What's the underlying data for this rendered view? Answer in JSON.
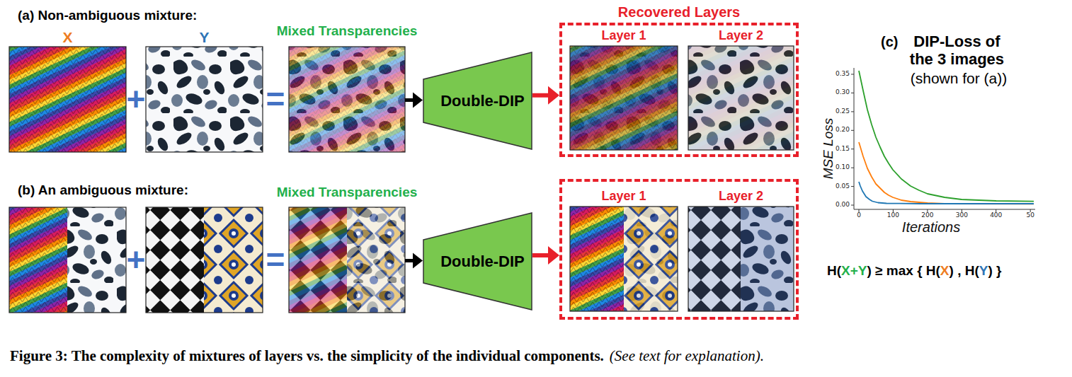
{
  "diagram": {
    "caption": "Figure 3: The complexity of mixtures of layers vs. the simplicity of the individual components.",
    "nodes": [
      {
        "text": [
          "X"
        ]
      },
      {
        "text": [
          "Y"
        ]
      },
      {
        "text": [
          "Mixed Transparencies"
        ]
      },
      {
        "text": [
          "Double-DIP"
        ]
      },
      {
        "text": [
          "Recovered Layers"
        ]
      },
      {
        "text": [
          "Layer 1"
        ],
        "in": 4
      },
      {
        "text": [
          "Layer 2"
        ],
        "in": 4
      },
      {
        "text": [
          "(c)",
          "DIP-Loss of the 3 images",
          "(shown for (a))"
        ]
      },
      {
        "text": [
          "Mixed Transparencies"
        ]
      },
      {
        "text": [
          "Double-DIP"
        ]
      },
      {
        "text": []
      },
      {
        "text": [
          "Layer 1"
        ],
        "in": 10
      },
      {
        "text": [
          "Layer 2"
        ],
        "in": 10
      }
    ],
    "edges": [
      {
        "from": 2,
        "to": 3,
        "arrow": "to"
      },
      {
        "from": 3,
        "to": 4,
        "arrow": "to"
      },
      {
        "from": 8,
        "to": 9,
        "arrow": "to"
      },
      {
        "from": 9,
        "to": 10,
        "arrow": "to"
      }
    ],
    "labels": [
      "(a) Non-ambiguous mixture:",
      "+",
      "=",
      "(b) An ambiguous mixture:",
      "+",
      "=",
      "0.35",
      "0.30",
      "0.25",
      "0.20",
      "0.15",
      "0.10",
      "0.05",
      "0.00",
      "0",
      "100",
      "200",
      "300",
      "400",
      "50",
      "MSE Loss",
      "Iterations",
      "H(",
      "X+Y",
      ") ≥ max { H(",
      "X",
      ") , H(",
      "Y",
      ") }",
      "(See text for explanation)."
    ]
  }
}
